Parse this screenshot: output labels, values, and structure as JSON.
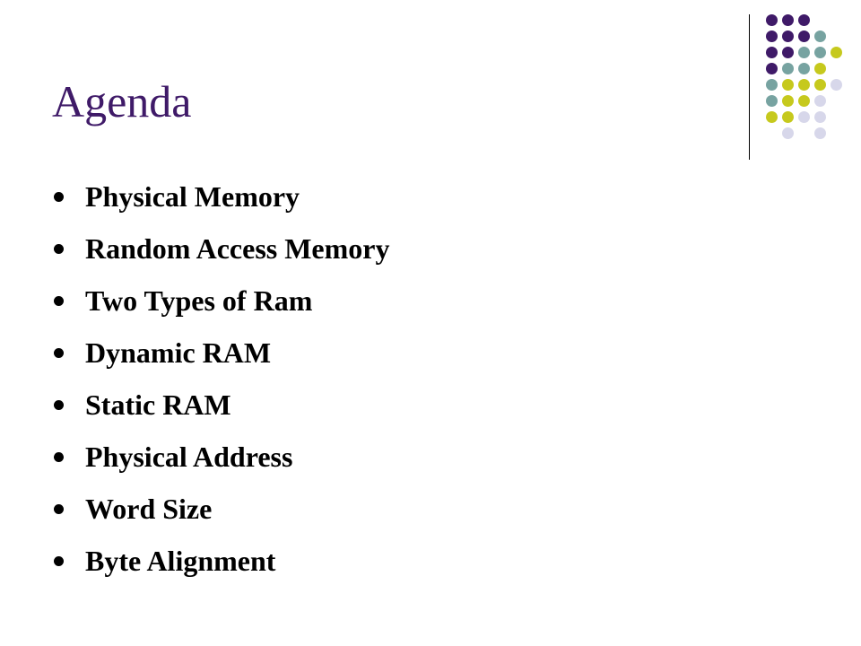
{
  "slide": {
    "title": "Agenda",
    "items": [
      "Physical Memory",
      "Random Access Memory",
      "Two Types of Ram",
      "Dynamic RAM",
      "Static RAM",
      "Physical Address",
      "Word Size",
      "Byte Alignment"
    ]
  },
  "theme": {
    "title_color": "#3f1a68",
    "dot_colors": {
      "purple": "#3f1a68",
      "teal": "#77a3a1",
      "yellow": "#c6c91d",
      "lavender": "#d7d7ea"
    }
  }
}
